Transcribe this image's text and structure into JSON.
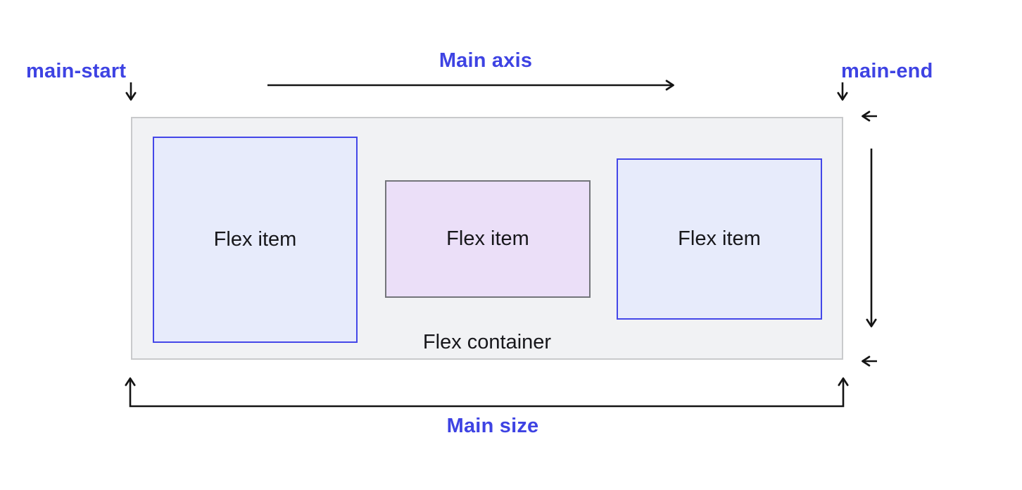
{
  "labels": {
    "main_start": "main-start",
    "main_axis": "Main axis",
    "main_end": "main-end",
    "main_size": "Main size"
  },
  "container": {
    "label": "Flex container",
    "items": [
      {
        "label": "Flex item",
        "variant": "blue"
      },
      {
        "label": "Flex item",
        "variant": "purple"
      },
      {
        "label": "Flex item",
        "variant": "blue"
      }
    ]
  },
  "colors": {
    "accent_blue_text": "#3E43E3",
    "item_blue_fill": "#E7EBFB",
    "item_blue_border": "#4447E8",
    "item_purple_fill": "#EBDFF8",
    "item_purple_border": "#73757A",
    "container_fill": "#F1F2F4",
    "container_border": "#C9CACC",
    "arrow_color": "#141414",
    "item_text_color": "#17171B"
  }
}
